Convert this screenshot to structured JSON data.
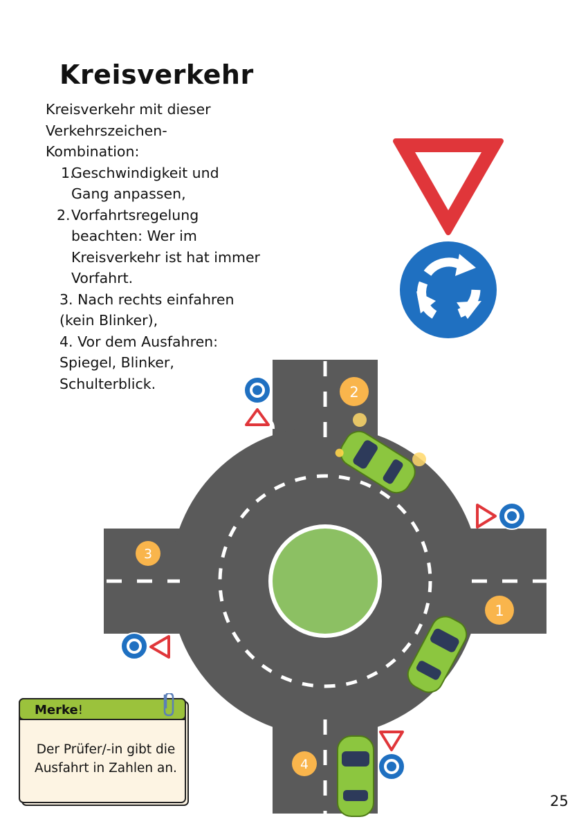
{
  "page": {
    "title": "Kreisverkehr",
    "intro": "Kreisverkehr mit dieser Verkehrszeichen-Kombination:",
    "steps": [
      {
        "number": "1.",
        "text": "Geschwindigkeit und Gang anpassen,"
      },
      {
        "number": "2.",
        "text": "Vorfahrtsregelung beachten: Wer im Kreisverkehr ist hat immer Vorfahrt."
      },
      {
        "number": "3.",
        "text": "Nach rechts einfahren (kein Blinker),"
      },
      {
        "number": "4.",
        "text": "Vor dem Ausfahren: Spiegel, Blinker, Schulterblick."
      }
    ],
    "page_number": "25"
  },
  "signs": {
    "top": [
      "yield-sign",
      "roundabout-sign"
    ]
  },
  "diagram": {
    "exit_numbers": [
      "1",
      "2",
      "3",
      "4"
    ],
    "colors": {
      "road": "#5a5a5a",
      "island": "#8cc063",
      "badge": "#f9b54c",
      "car": "#8cc63f",
      "sign_blue": "#1f70c1",
      "sign_red": "#e0363a"
    }
  },
  "note": {
    "title_bold": "Merke",
    "title_rest": "!",
    "text": "Der Prüfer/-in gibt die Ausfahrt in Zahlen an.",
    "header_color": "#9bc23c",
    "card_color": "#fdf4e3"
  }
}
